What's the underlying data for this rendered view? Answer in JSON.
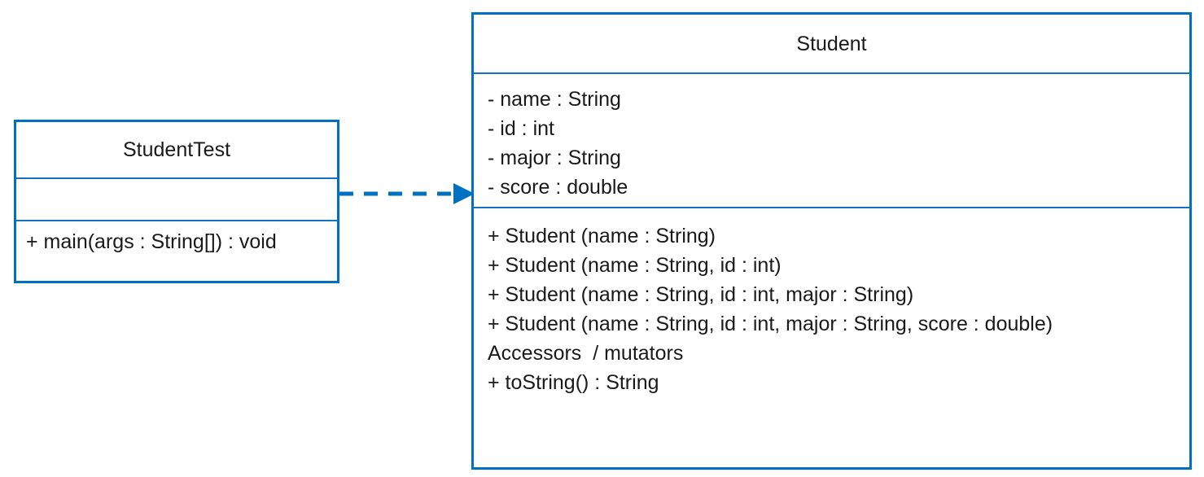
{
  "diagram": {
    "type": "uml-class-diagram",
    "background_color": "#ffffff",
    "line_color": "#0070c0",
    "text_color": "#1a1a1a"
  },
  "classes": [
    {
      "id": "studenttest",
      "name": "StudentTest",
      "attributes": [],
      "methods": [
        "+ main(args : String[]) : void"
      ]
    },
    {
      "id": "student",
      "name": "Student",
      "attributes": [
        "- name : String",
        "- id : int",
        "- major : String",
        "- score : double"
      ],
      "methods": [
        "+ Student (name : String)",
        "+ Student (name : String, id : int)",
        "+ Student (name : String, id : int, major : String)",
        "+ Student (name : String, id : int, major : String, score : double)",
        "",
        "Accessors  / mutators",
        "",
        "+ toString() : String"
      ]
    }
  ],
  "relationships": [
    {
      "id": "dependency",
      "from": "StudentTest",
      "to": "Student",
      "kind": "dependency",
      "line_style": "dashed",
      "arrowhead": "filled",
      "color": "#0070c0"
    }
  ]
}
